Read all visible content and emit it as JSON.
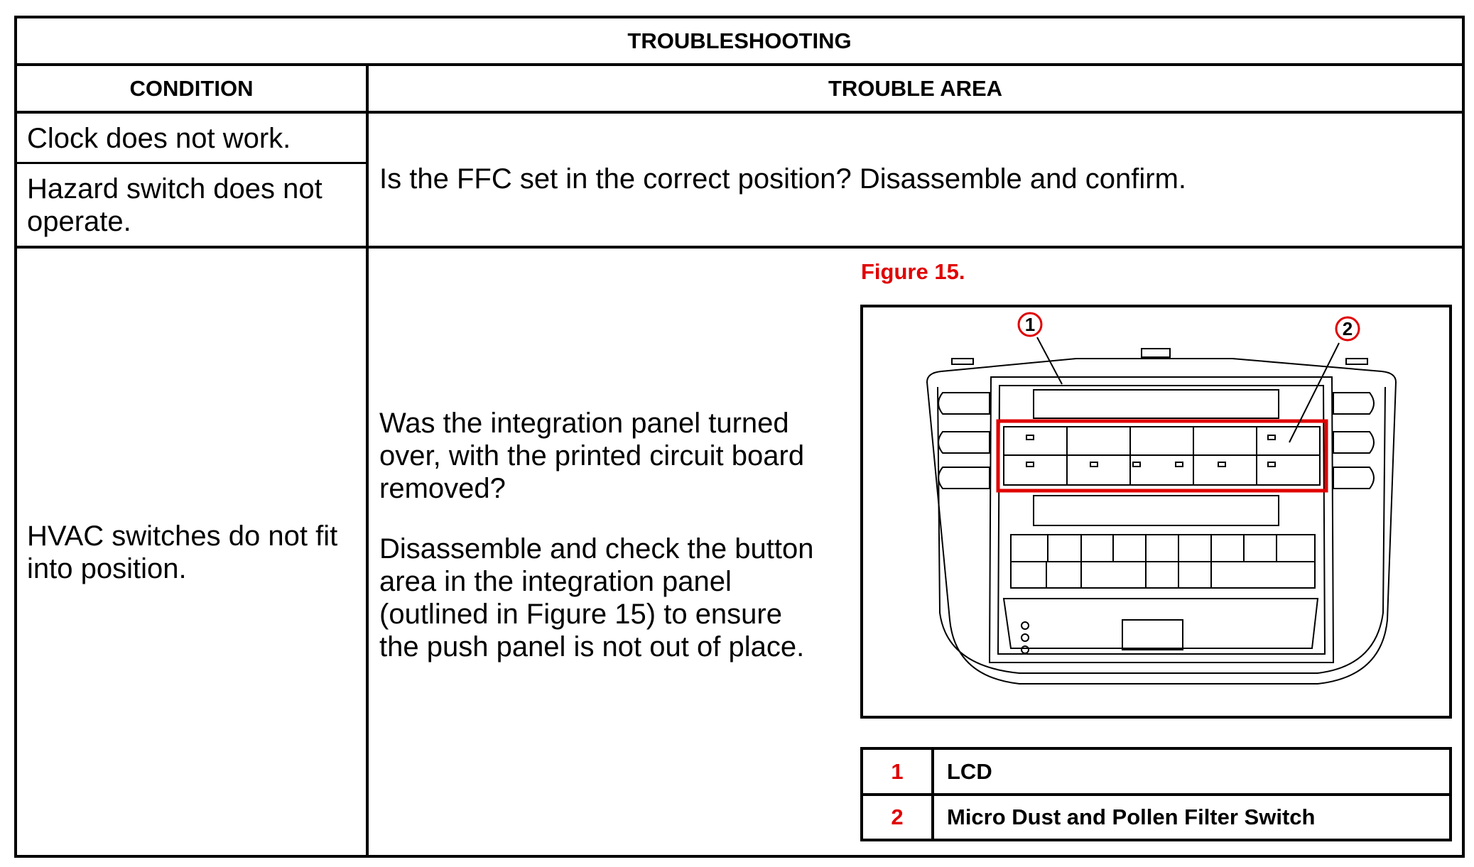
{
  "table": {
    "title": "TROUBLESHOOTING",
    "col_condition": "CONDITION",
    "col_trouble_area": "TROUBLE AREA",
    "rows": [
      {
        "conditions": [
          "Clock does not work.",
          "Hazard switch does not operate."
        ],
        "trouble_area": "Is the FFC set in the correct position? Disassemble and confirm."
      },
      {
        "conditions": [
          "HVAC switches do not fit into position."
        ],
        "trouble_area_p1": "Was the integration panel turned over, with the printed circuit board removed?",
        "trouble_area_p2": "Disassemble and check the button area in the integration panel (outlined in Figure 15) to ensure the push panel is not out of place."
      }
    ]
  },
  "figure": {
    "caption": "Figure 15.",
    "callouts": [
      "1",
      "2"
    ],
    "highlight_color": "#e00000"
  },
  "legend": [
    {
      "num": "1",
      "label": "LCD"
    },
    {
      "num": "2",
      "label": "Micro Dust and Pollen Filter Switch"
    }
  ]
}
